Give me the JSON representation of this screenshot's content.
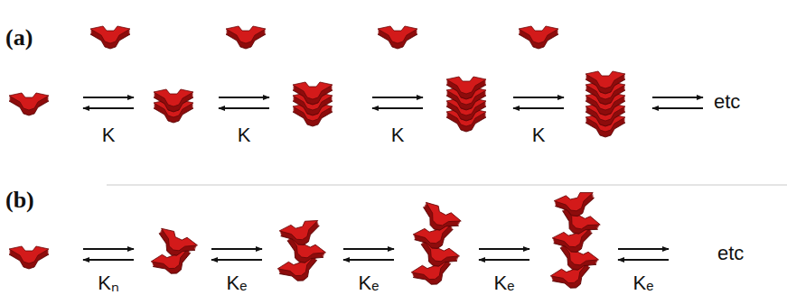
{
  "diagram": {
    "labels": [
      "(a)",
      "K",
      "K",
      "K",
      "K",
      "etc",
      "(b)",
      "Kₙ",
      "Kₑ",
      "Kₑ",
      "Kₑ",
      "Kₑ",
      "etc"
    ]
  }
}
